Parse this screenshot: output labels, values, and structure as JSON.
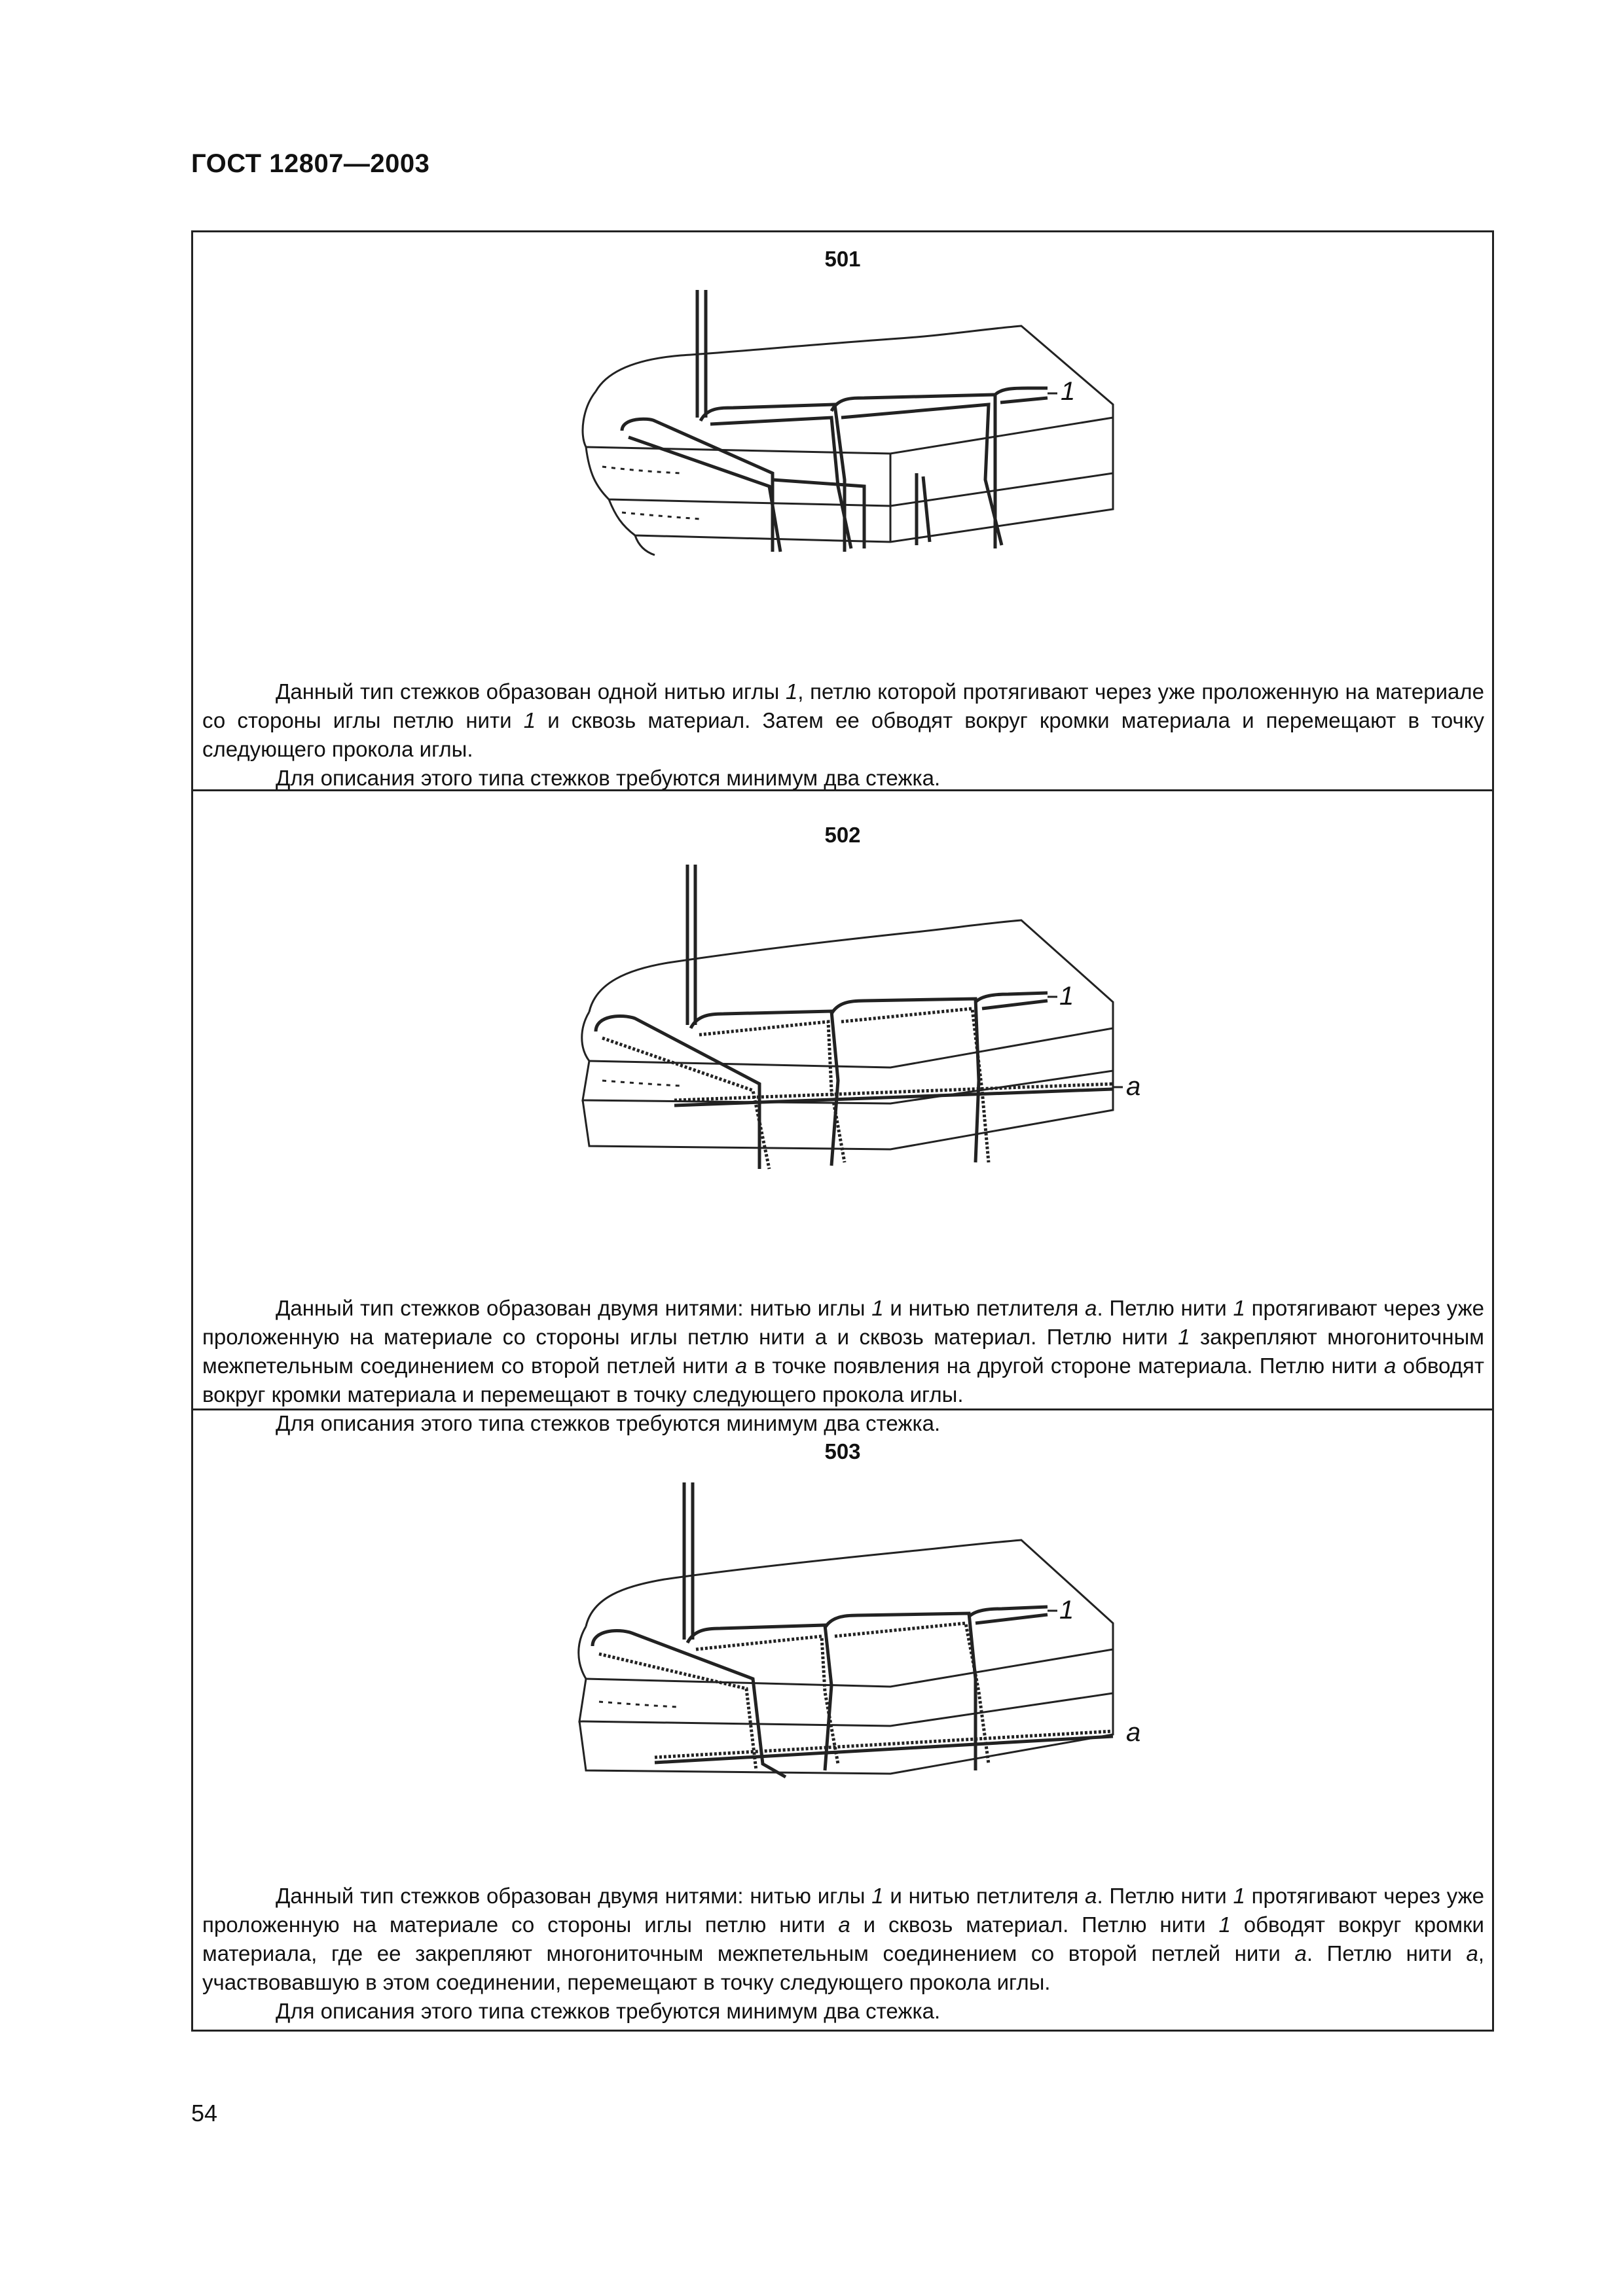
{
  "header": {
    "title": "ГОСТ 12807—2003"
  },
  "sections": [
    {
      "code": "501",
      "labels": [
        "1"
      ],
      "text": [
        [
          "Данный тип стежков образован одной нитью иглы ",
          {
            "i": "1"
          },
          ", петлю которой протягивают через уже проложенную на материале со стороны иглы петлю нити ",
          {
            "i": "1"
          },
          " и сквозь материал. Затем ее обводят вокруг кромки материала и перемещают в точку следующего прокола иглы."
        ],
        [
          "Для описания этого типа стежков требуются минимум два стежка."
        ]
      ]
    },
    {
      "code": "502",
      "labels": [
        "1",
        "a"
      ],
      "text": [
        [
          "Данный тип стежков образован двумя нитями: нитью иглы ",
          {
            "i": "1"
          },
          " и нитью петлителя ",
          {
            "i": "a"
          },
          ". Петлю нити ",
          {
            "i": "1"
          },
          " протягивают через уже проложенную на материале со стороны иглы петлю нити а и сквозь материал. Петлю нити ",
          {
            "i": "1"
          },
          " закрепляют многониточным межпетельным соединением со второй петлей нити ",
          {
            "i": "a"
          },
          " в точке появления на другой стороне материала. Петлю нити ",
          {
            "i": "a"
          },
          " обводят вокруг кромки материала и перемещают в точку следующего прокола иглы."
        ],
        [
          "Для описания этого типа стежков требуются минимум два стежка."
        ]
      ]
    },
    {
      "code": "503",
      "labels": [
        "1",
        "a"
      ],
      "text": [
        [
          "Данный тип стежков образован двумя нитями: нитью иглы ",
          {
            "i": "1"
          },
          " и нитью петлителя ",
          {
            "i": "a"
          },
          ". Петлю нити ",
          {
            "i": "1"
          },
          " протягивают через уже проложенную на материале со стороны иглы петлю нити ",
          {
            "i": "a"
          },
          " и сквозь материал. Петлю нити ",
          {
            "i": "1"
          },
          " обводят вокруг кромки материала, где ее закрепляют многониточным межпетельным соединением со второй петлей нити ",
          {
            "i": "a"
          },
          ". Петлю нити ",
          {
            "i": "a"
          },
          ", участвовавшую в этом соединении, перемещают в точку следующего прокола иглы."
        ],
        [
          "Для описания этого типа стежков требуются минимум два стежка."
        ]
      ]
    }
  ],
  "footer": {
    "page_number": "54"
  }
}
